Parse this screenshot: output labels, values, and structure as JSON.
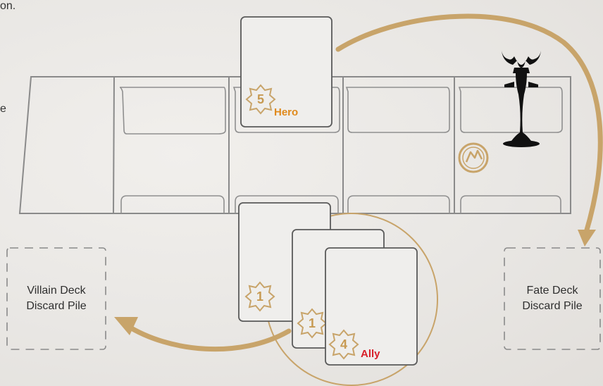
{
  "cut_text_top": "on.",
  "cut_text_side": "e",
  "piles": {
    "villain_discard": "Villain Deck Discard Pile",
    "fate_discard": "Fate Deck Discard Pile"
  },
  "cards": {
    "hero": {
      "cost": "5",
      "label": "Hero"
    },
    "card_a": {
      "cost": "1"
    },
    "card_b": {
      "cost": "1"
    },
    "ally": {
      "cost": "4",
      "label": "Ally"
    }
  },
  "colors": {
    "hero": "#e08a1c",
    "ally": "#d8202a",
    "accent_gold": "#c8a46a",
    "villain_figure": "#111111"
  },
  "icons": [
    "villain-figure-icon",
    "fate-token-icon",
    "cost-star-icon"
  ]
}
